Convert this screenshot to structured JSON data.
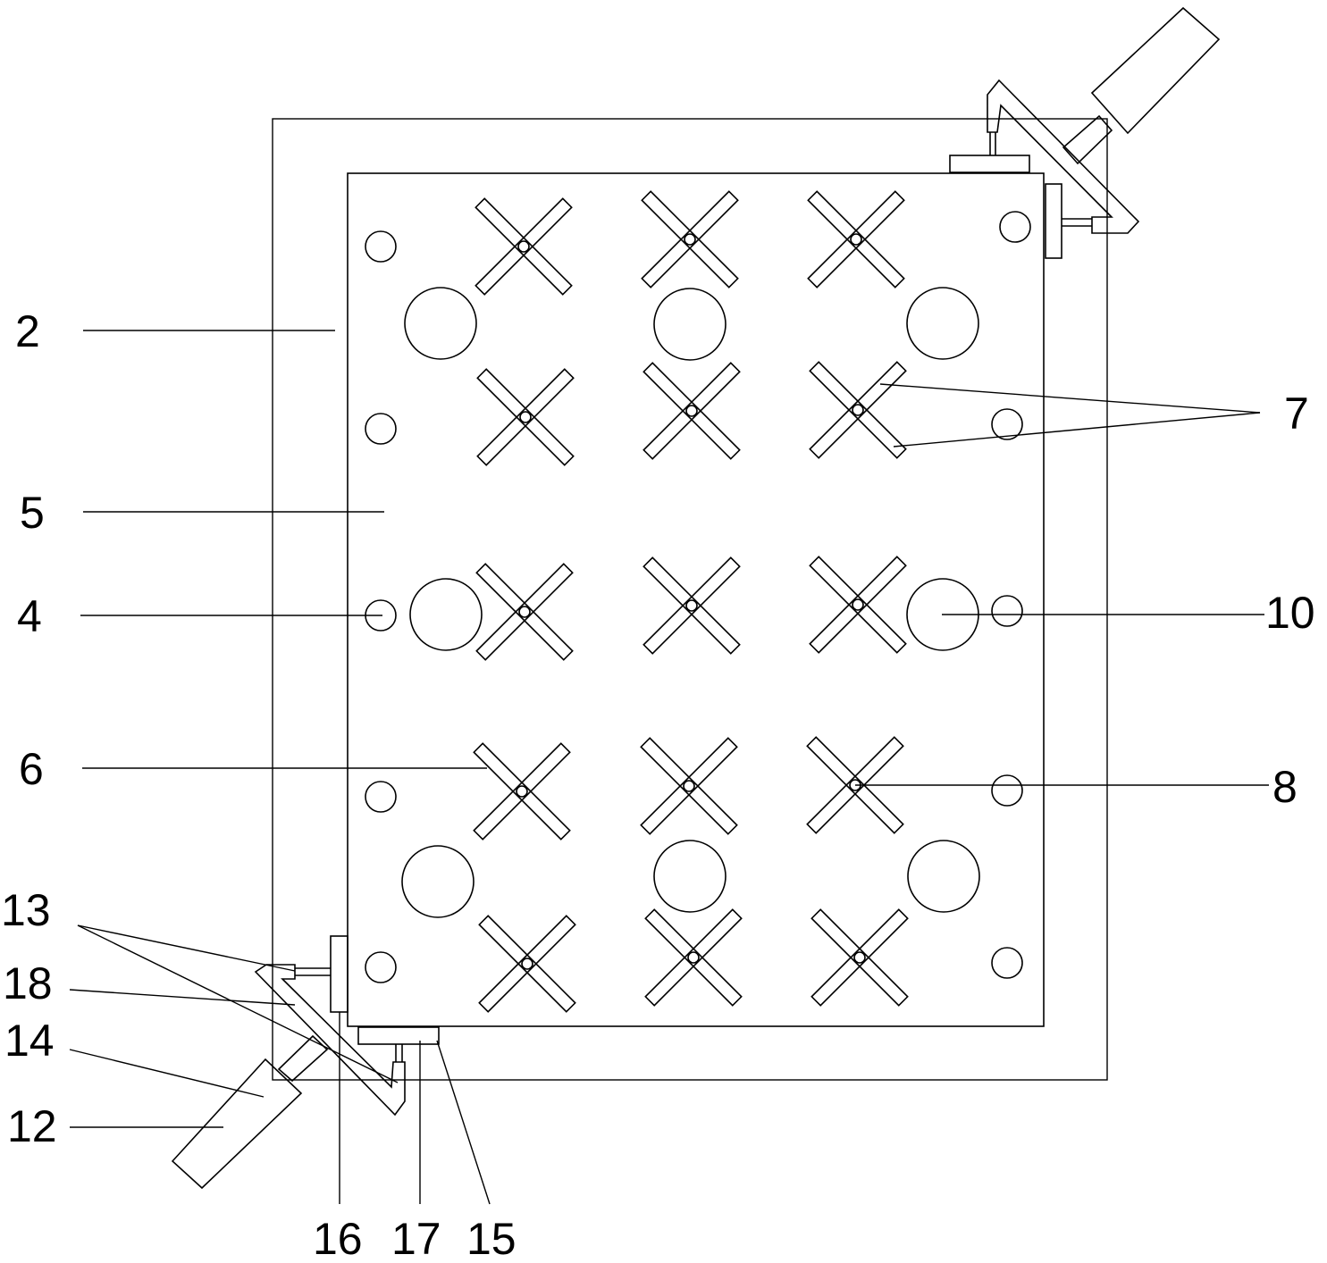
{
  "figure": {
    "callouts": [
      {
        "id": "c2",
        "text": "2"
      },
      {
        "id": "c5",
        "text": "5"
      },
      {
        "id": "c4",
        "text": "4"
      },
      {
        "id": "c6",
        "text": "6"
      },
      {
        "id": "c7",
        "text": "7"
      },
      {
        "id": "c10",
        "text": "10"
      },
      {
        "id": "c8",
        "text": "8"
      },
      {
        "id": "c13",
        "text": "13"
      },
      {
        "id": "c18",
        "text": "18"
      },
      {
        "id": "c14",
        "text": "14"
      },
      {
        "id": "c12",
        "text": "12"
      },
      {
        "id": "c16",
        "text": "16"
      },
      {
        "id": "c17",
        "text": "17"
      },
      {
        "id": "c15",
        "text": "15"
      }
    ],
    "colors": {
      "line": "#000000",
      "background": "#ffffff"
    }
  }
}
